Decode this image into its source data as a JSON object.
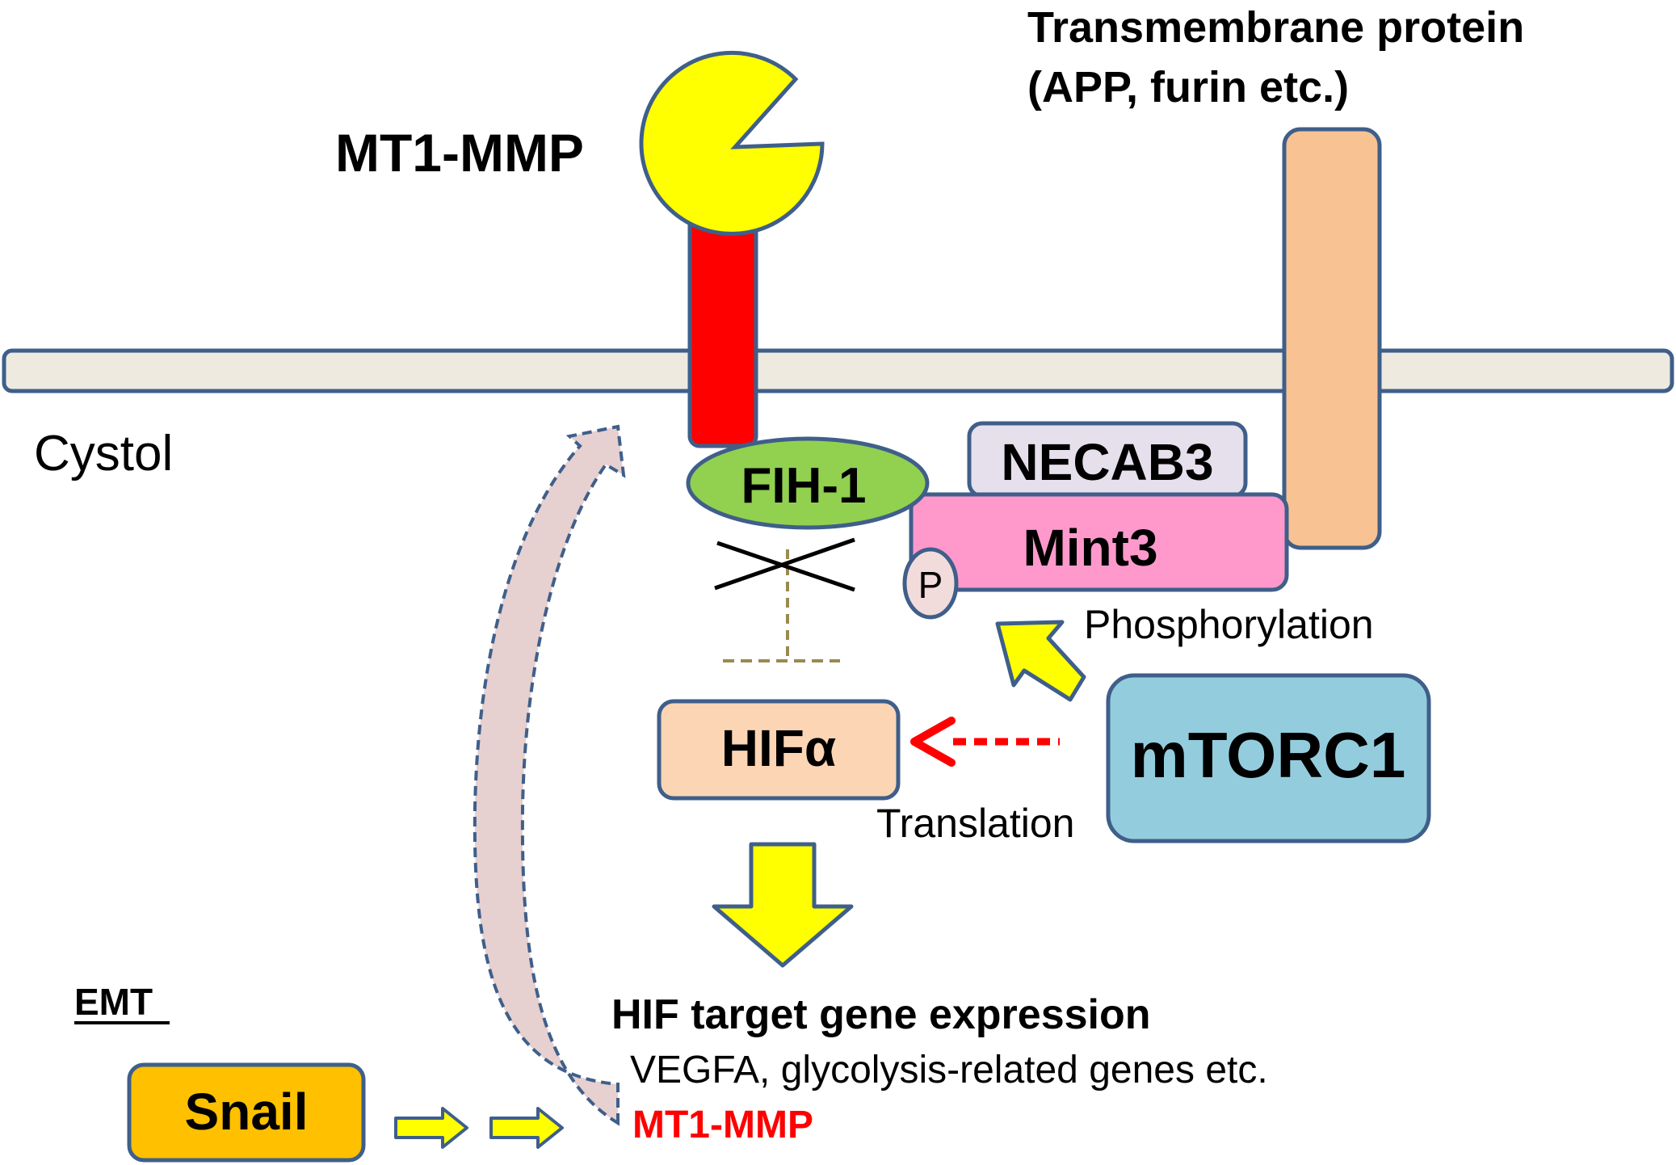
{
  "labels": {
    "mt1mmp_top": "MT1-MMP",
    "transmembrane_line1": "Transmembrane protein",
    "transmembrane_line2": "(APP, furin etc.)",
    "cystol": "Cystol",
    "fih1": "FIH-1",
    "necab3": "NECAB3",
    "mint3": "Mint3",
    "p": "P",
    "phosphorylation": "Phosphorylation",
    "hif": "HIFα",
    "mtorc1": "mTORC1",
    "translation": "Translation",
    "hif_target": "HIF target gene expression",
    "genes": "VEGFA, glycolysis-related  genes etc.",
    "mt1mmp_bottom": "MT1-MMP",
    "emt": "EMT",
    "snail": "Snail"
  },
  "colors": {
    "outline": "#3f5f8a",
    "membrane": "#eeeae0",
    "mt1mmp_head": "#ffff00",
    "mt1mmp_stem": "#ff0000",
    "transmembrane": "#f8c292",
    "fih1": "#92d050",
    "necab3": "#e6e0ec",
    "mint3": "#ff99cc",
    "p_circle": "#f2dcdb",
    "hif": "#fcd5b5",
    "mtorc1": "#93cddd",
    "snail": "#ffc000",
    "arrow_yellow": "#ffff00",
    "red_text": "#ff0000",
    "curve_fill": "#e6d0d0",
    "inhibit_line": "#9a8a50"
  }
}
